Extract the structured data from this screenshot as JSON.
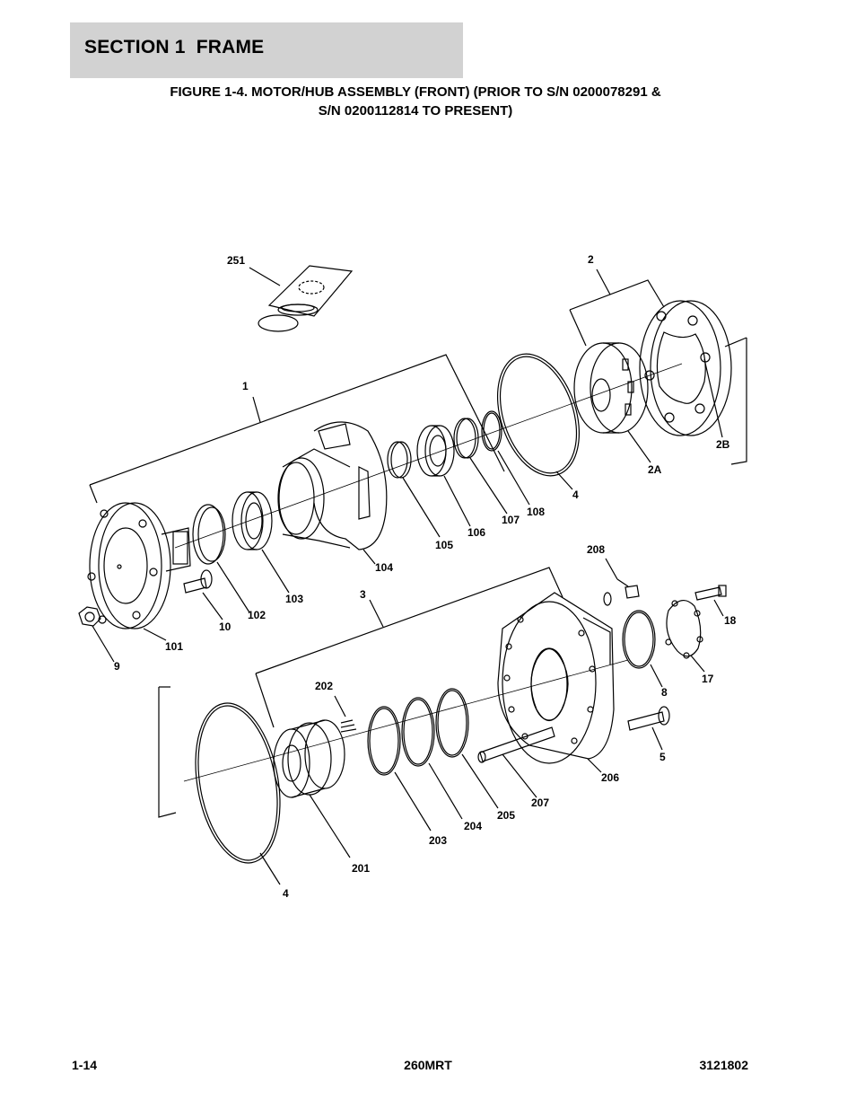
{
  "header": {
    "section_title": "SECTION 1  FRAME"
  },
  "figure": {
    "title_line1": "FIGURE 1-4. MOTOR/HUB ASSEMBLY (FRONT) (PRIOR TO S/N 0200078291 &",
    "title_line2": "S/N 0200112814 TO PRESENT)"
  },
  "callouts": {
    "c251": "251",
    "c2": "2",
    "c1": "1",
    "c2B": "2B",
    "c2A": "2A",
    "c4a": "4",
    "c108": "108",
    "c107": "107",
    "c106": "106",
    "c105": "105",
    "c104": "104",
    "c103": "103",
    "c102": "102",
    "c101": "101",
    "c10": "10",
    "c9": "9",
    "c3": "3",
    "c208": "208",
    "c18": "18",
    "c17": "17",
    "c8": "8",
    "c5": "5",
    "c206": "206",
    "c207": "207",
    "c205": "205",
    "c204": "204",
    "c203": "203",
    "c202": "202",
    "c201": "201",
    "c4b": "4"
  },
  "footer": {
    "page_number": "1-14",
    "model": "260MRT",
    "doc_number": "3121802"
  }
}
